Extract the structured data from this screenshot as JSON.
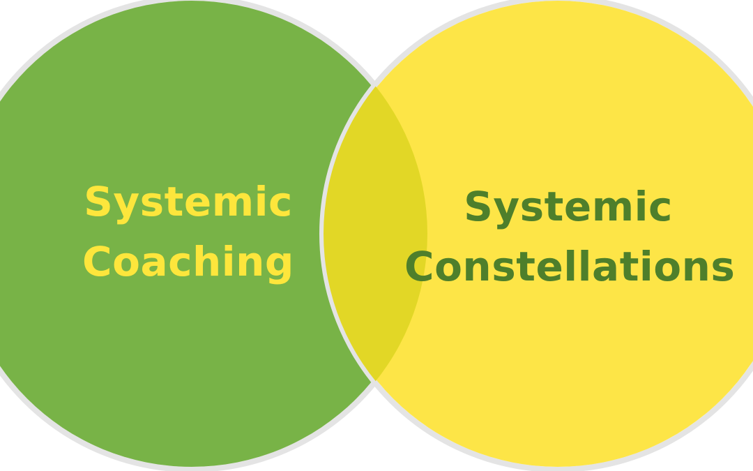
{
  "diagram": {
    "left_circle": {
      "line1": "Systemic",
      "line2": "Coaching",
      "fill_color": "#78b347",
      "text_color": "#fde63c"
    },
    "right_circle": {
      "line1": "Systemic",
      "line2": "Constellations",
      "fill_color": "#fde547",
      "text_color": "#4e7f2b"
    },
    "overlap_color": "#e2d726",
    "outline_color": "#e4e4e4"
  }
}
